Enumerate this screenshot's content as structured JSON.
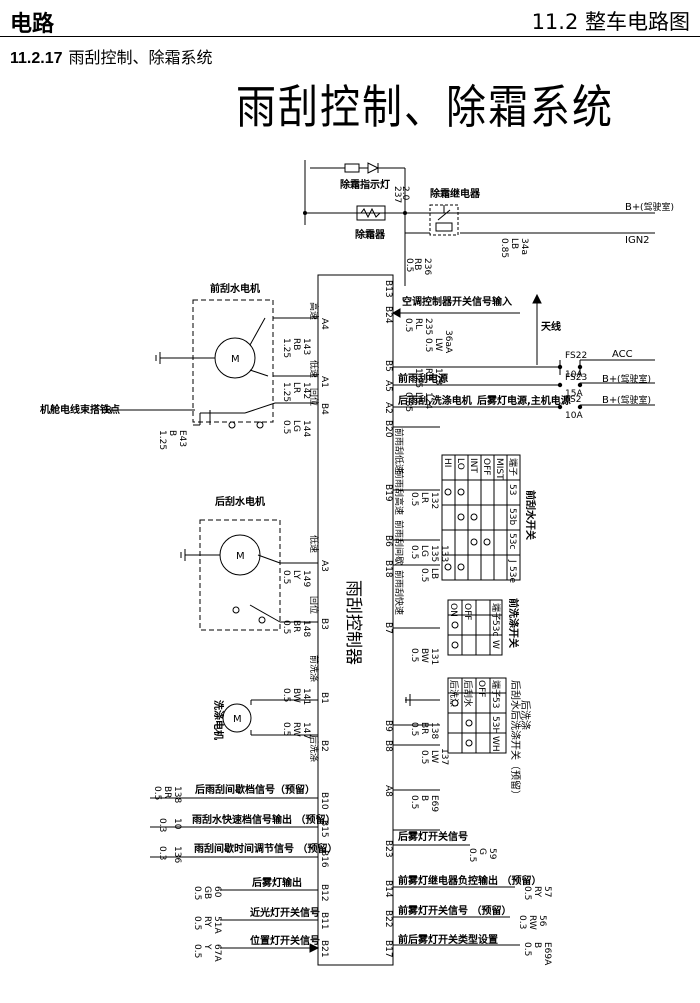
{
  "header": {
    "left": "电路",
    "right": "11.2 整车电路图"
  },
  "section": {
    "number": "11.2.17",
    "name": "雨刮控制、除霜系统"
  },
  "diagram_title": "雨刮控制、除霜系统",
  "controller": {
    "name": "雨刮控制器"
  },
  "components": {
    "defrost_lamp": "除霜指示灯",
    "defrost_relay": "除霜继电器",
    "defroster": "除霜器",
    "front_motor": "前刮水电机",
    "rear_motor": "后刮水电机",
    "washer_motor": "洗涤电机",
    "antenna": "天线",
    "front_wiper_switch": "前刮水开关",
    "washer_switch": "前洗涤开关",
    "rear_wiper_switch": "后刮水开关",
    "chassis_ground": "机舱电线束搭铁点",
    "ground_B": "B"
  },
  "power": {
    "bplus_1": "B+",
    "bplus_1_note": "(驾驶室)",
    "ign2": "IGN2",
    "acc": "ACC",
    "bplus_2": "B+",
    "bplus_2_note": "(驾驶室)",
    "bplus_3": "B+",
    "bplus_3_note": "(驾驶室)"
  },
  "fuses": {
    "f22": "FS22",
    "f23": "FS23",
    "f23_amp": "15A",
    "f2": "FS2",
    "f2_amp": "10A",
    "f22_amp": "10A"
  },
  "pins": {
    "B13": "B13",
    "B24": "B24",
    "B5": "B5",
    "A5": "A5",
    "A2": "A2",
    "A4": "A4",
    "A1": "A1",
    "B4": "B4",
    "B20": "B20",
    "B19": "B19",
    "B6": "B6",
    "B18": "B18",
    "A3": "A3",
    "B3": "B3",
    "B7": "B7",
    "B1": "B1",
    "B2": "B2",
    "B9": "B9",
    "B8": "B8",
    "A8": "A8",
    "B10": "B10",
    "B15": "B15",
    "B16": "B16",
    "B23": "B23",
    "B12": "B12",
    "B14": "B14",
    "B11": "B11",
    "B22": "B22",
    "B21": "B21",
    "B17": "B17"
  },
  "left_labels": {
    "a4": "高速",
    "a1": "低速",
    "b4": "回位",
    "a3": "低速",
    "b3": "回位",
    "b1": "前洗涤",
    "b2": "后洗涤",
    "b10": "后雨刮间歇档信号（预留）",
    "b15": "雨刮水快速档信号输出 （预留）",
    "b16": "雨刮间歇时间调节信号 （预留）",
    "b12": "后雾灯输出",
    "b11": "近光灯开关信号",
    "b21": "位置灯开关信号"
  },
  "right_labels": {
    "b24": "空调控制器开关信号输入",
    "b5": "前雨刮电源",
    "a5": "后雨刮,洗涤电机",
    "a2": "后雾灯电源,主机电源",
    "b20": "前雨刮低速",
    "b19": "前雨刮高速",
    "b6": "前雨刮间歇",
    "b18": "前雨刮快速",
    "b23": "后雾灯开关信号",
    "b14": "前雾灯继电器负控输出 （预留）",
    "b22": "前雾灯开关信号 （预留）",
    "b17": "前后雾灯开关类型设置"
  },
  "wires": {
    "w237": "237",
    "w20": "2.0",
    "w34a": "34a",
    "w34a_c": "LB",
    "w34a_s": "0.85",
    "w236": "236",
    "w236_c": "RB",
    "w236_s": "0.5",
    "w235": "235",
    "w235_c": "RL",
    "w235_s": "0.5",
    "w36a": "36aA",
    "w36a_c": "LW",
    "w36a_s": "0.5",
    "w123": "123",
    "w123_c": "RB",
    "w123_s": "1.25",
    "w124": "124",
    "w124_c": "LB",
    "w124_s": "0.85",
    "w143": "143",
    "w143_c": "RB",
    "w143_s": "1.25",
    "w142": "142",
    "w142_c": "LR",
    "w142_s": "1.25",
    "w144": "144",
    "w144_c": "LG",
    "w144_s": "0.5",
    "wE43": "E43",
    "wE43_c": "B",
    "wE43_s": "1.25",
    "w132": "132",
    "w132_c": "LR",
    "w132_s": "0.5",
    "w135": "135",
    "w135_c": "LG",
    "w135_s": "0.5",
    "w133": "133",
    "w133_c": "LB",
    "w133_s": "0.5",
    "w149": "149",
    "w149_c": "LY",
    "w149_s": "0.5",
    "w148": "148",
    "w148_c": "BR",
    "w148_s": "0.5",
    "w131": "131",
    "w131_c": "BW",
    "w131_s": "0.5",
    "w141": "141",
    "w141_c": "BW",
    "w141_s": "0.5",
    "w147": "147",
    "w147_c": "RW",
    "w147_s": "0.5",
    "w138": "138",
    "w138_c": "BR",
    "w138_s": "0.5",
    "w137": "137",
    "w137_c": "LW",
    "w137_s": "0.5",
    "wE69": "E69",
    "wE69_c": "B",
    "wE69_s": "0.5",
    "w138b": "138",
    "w138b_c": "BR",
    "w138b_s": "0.5",
    "w136": "136",
    "w136_s": "0.3",
    "w59": "59",
    "w59_c": "G",
    "w59_s": "0.5",
    "w60": "60",
    "w60_c": "GB",
    "w60_s": "0.5",
    "w57": "57",
    "w57_c": "RY",
    "w57_s": "0.5",
    "w51A": "51A",
    "w51A_c": "RY",
    "w51A_s": "0.5",
    "w56": "56",
    "w56_c": "RW",
    "w56_s": "0.3",
    "w67A": "67A",
    "w67A_c": "Y",
    "w67A_s": "0.5",
    "wE69A": "E69A",
    "wE69A_c": "B",
    "wE69A_s": "0.5",
    "w10": "10",
    "w10_s": "0.3"
  },
  "switch_tables": {
    "front": {
      "cols": [
        "HI",
        "LO",
        "INT",
        "OFF",
        "MIST",
        "端子"
      ],
      "rows": [
        "53",
        "53b",
        "53c",
        "J",
        "53e"
      ]
    },
    "washer": {
      "cols": [
        "ON",
        "OFF",
        "端子"
      ],
      "rows": [
        "53c",
        "W"
      ]
    },
    "rear": {
      "cols": [
        "后洗涤",
        "后刮水",
        "OFF",
        "端子"
      ],
      "rows": [
        "53",
        "53H",
        "WH"
      ],
      "note": "后刮水后洗涤开关（预留）",
      "note2": "后洗涤"
    }
  },
  "motor_mark": "M"
}
